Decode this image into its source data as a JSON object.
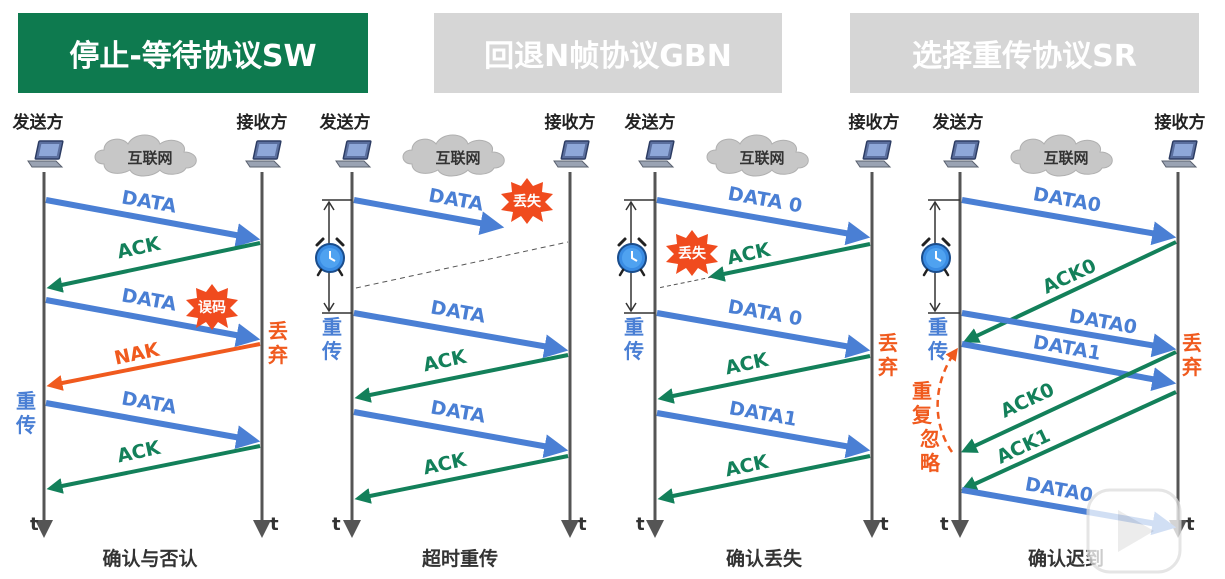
{
  "tabs": [
    {
      "label": "停止-等待协议SW",
      "active": true
    },
    {
      "label": "回退N帧协议GBN",
      "active": false
    },
    {
      "label": "选择重传协议SR",
      "active": false
    }
  ],
  "colors": {
    "active_tab": "#0e7a4f",
    "inactive_tab": "#d6d6d6",
    "data_arrow": "#4a7fd4",
    "ack_arrow": "#13805a",
    "nak_arrow": "#f05a1e",
    "error_burst": "#f04b1e",
    "note_text": "#f05a1e",
    "retransmit_text": "#4a7fd4"
  },
  "common": {
    "sender": "发送方",
    "receiver": "接收方",
    "network": "互联网",
    "time": "t"
  },
  "panels": [
    {
      "caption": "确认与否认",
      "labels": {
        "data1": "DATA",
        "ack1": "ACK",
        "data2": "DATA",
        "burst": "误码",
        "nak": "NAK",
        "data3": "DATA",
        "ack2": "ACK",
        "discard": "丢弃",
        "retransmit": "重传"
      }
    },
    {
      "caption": "超时重传",
      "labels": {
        "data1": "DATA",
        "burst": "丢失",
        "data2": "DATA",
        "ack1": "ACK",
        "data3": "DATA",
        "ack2": "ACK",
        "retransmit": "重传"
      }
    },
    {
      "caption": "确认丢失",
      "labels": {
        "data0a": "DATA 0",
        "burst": "丢失",
        "ack_lost": "ACK",
        "data0b": "DATA 0",
        "ack1": "ACK",
        "data1": "DATA1",
        "ack2": "ACK",
        "discard": "丢弃",
        "retransmit": "重传"
      }
    },
    {
      "caption": "确认迟到",
      "labels": {
        "data0a": "DATA0",
        "ack0_late": "ACK0",
        "data0b": "DATA0",
        "data1": "DATA1",
        "ack0": "ACK0",
        "ack1": "ACK1",
        "data0c": "DATA0",
        "discard": "丢弃",
        "retransmit": "重传",
        "ignore": "重复忽略"
      }
    }
  ]
}
